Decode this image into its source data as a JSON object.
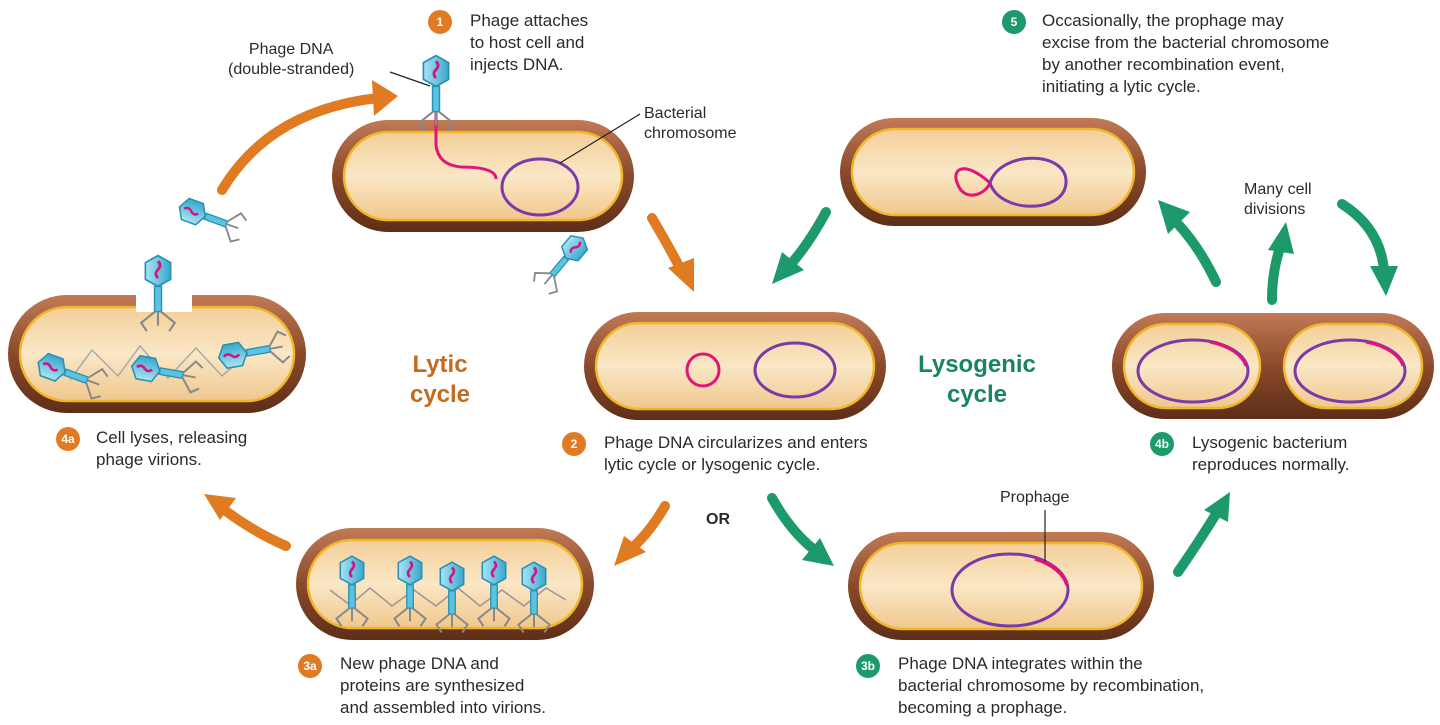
{
  "steps": {
    "s1": {
      "num": "1",
      "text": "Phage attaches\nto host cell and\ninjects DNA."
    },
    "s2": {
      "num": "2",
      "text": "Phage DNA circularizes and enters\nlytic cycle or lysogenic cycle."
    },
    "s3a": {
      "num": "3a",
      "text": "New phage DNA and\nproteins are synthesized\nand assembled into virions."
    },
    "s3b": {
      "num": "3b",
      "text": "Phage DNA integrates within the\nbacterial chromosome by recombination,\nbecoming a prophage."
    },
    "s4a": {
      "num": "4a",
      "text": "Cell lyses, releasing\nphage virions."
    },
    "s4b": {
      "num": "4b",
      "text": "Lysogenic bacterium\nreproduces normally."
    },
    "s5": {
      "num": "5",
      "text": "Occasionally, the prophage may\nexcise from the bacterial chromosome\nby another recombination event,\ninitiating a lytic cycle."
    }
  },
  "labels": {
    "phage_dna": "Phage DNA\n(double-stranded)",
    "bacterial_chromosome": "Bacterial\nchromosome",
    "prophage": "Prophage",
    "many_divisions": "Many cell\ndivisions",
    "or": "OR"
  },
  "cycles": {
    "lytic": "Lytic\ncycle",
    "lysogenic": "Lysogenic\ncycle"
  },
  "colors": {
    "lytic": "#e07b22",
    "lysogenic": "#1c9a6a",
    "phage_dna": "#e0157a",
    "chromosome": "#7a3aa8",
    "cell_wall": "#8a4a2a",
    "cytoplasm": "#f7dcae",
    "phage": "#4fc0de"
  }
}
